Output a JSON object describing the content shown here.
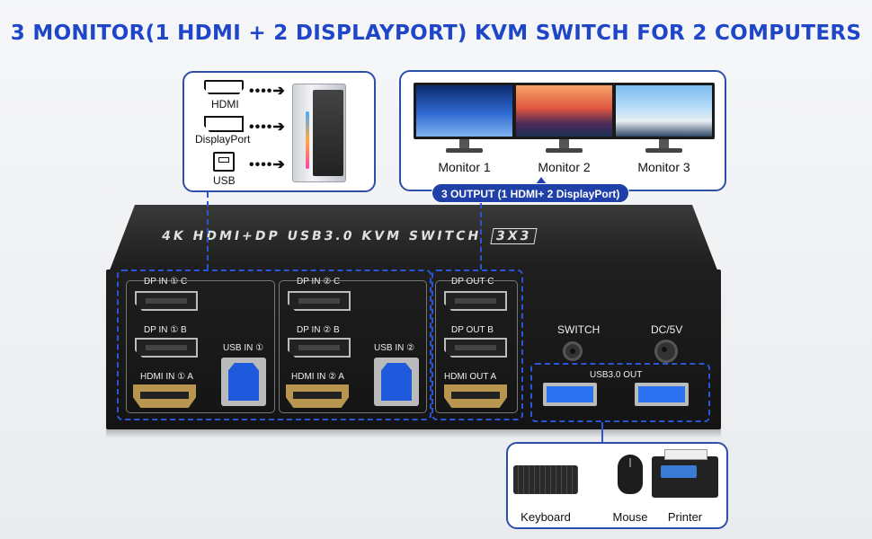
{
  "title": "3 MONITOR(1 HDMI + 2 DISPLAYPORT) KVM SWITCH FOR 2 COMPUTERS",
  "pc_card": {
    "ports": [
      {
        "label": "HDMI",
        "icon": "hdmi-icon"
      },
      {
        "label": "DisplayPort",
        "icon": "displayport-icon"
      },
      {
        "label": "USB",
        "icon": "usb-icon"
      }
    ],
    "dots": "••••➔"
  },
  "monitors": {
    "items": [
      {
        "label": "Monitor 1"
      },
      {
        "label": "Monitor 2"
      },
      {
        "label": "Monitor 3"
      }
    ],
    "output_label": "3 OUTPUT (1 HDMI+ 2 DisplayPort)"
  },
  "device": {
    "top_text": "4K HDMI+DP USB3.0 KVM SWITCH",
    "badge": "3X3",
    "input1": {
      "dp_c": "DP IN ① C",
      "dp_b": "DP IN ① B",
      "hdmi_a": "HDMI IN ① A",
      "usb": "USB IN ①"
    },
    "input2": {
      "dp_c": "DP IN ② C",
      "dp_b": "DP IN ② B",
      "hdmi_a": "HDMI IN ② A",
      "usb": "USB IN ②"
    },
    "output": {
      "dp_c": "DP OUT C",
      "dp_b": "DP OUT B",
      "hdmi_a": "HDMI OUT A"
    },
    "switch_label": "SWITCH",
    "power_label": "DC/5V",
    "usb_out_label": "USB3.0 OUT"
  },
  "peripherals": {
    "items": [
      {
        "label": "Keyboard"
      },
      {
        "label": "Mouse"
      },
      {
        "label": "Printer"
      }
    ]
  },
  "colors": {
    "accent": "#1f45c9",
    "dashed": "#2b55d8",
    "device": "#1a1a1a"
  }
}
